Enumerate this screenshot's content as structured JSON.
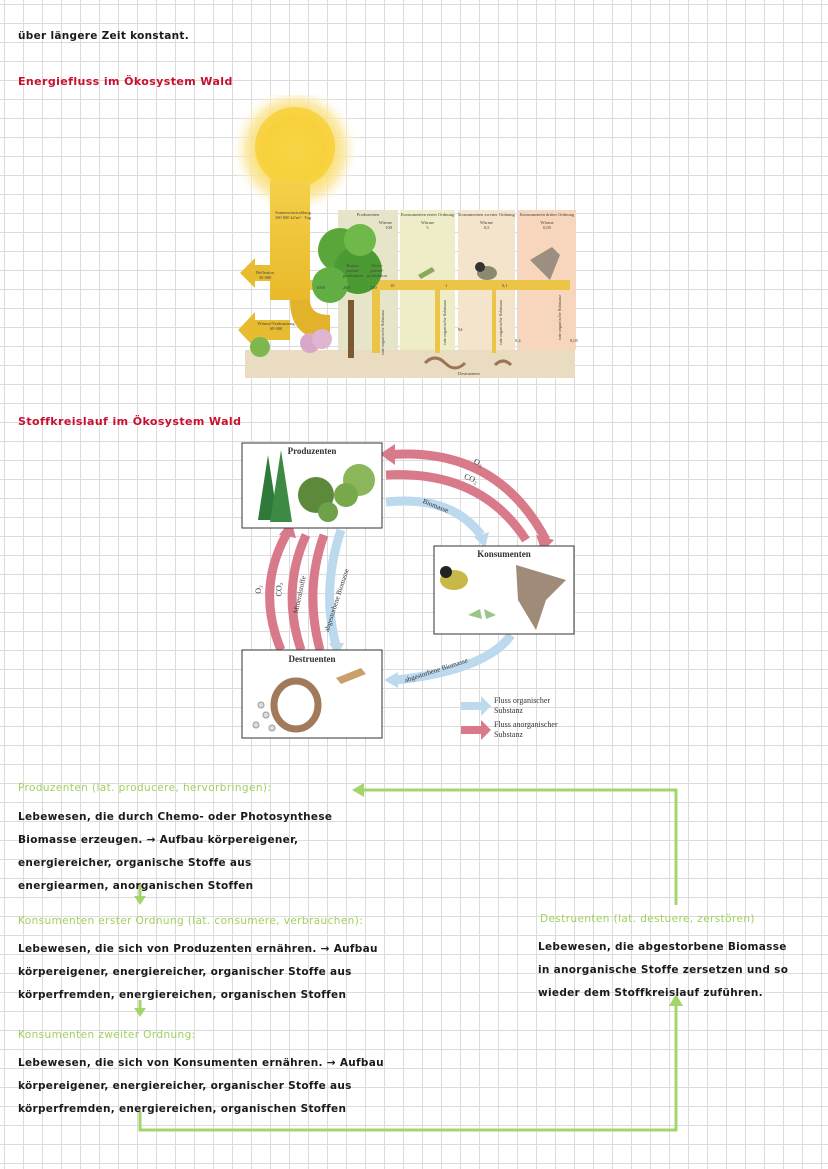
{
  "top_line": "über längere Zeit konstant.",
  "energy": {
    "heading": "Energiefluss im Ökosystem Wald",
    "sun_label_1": "Sonneneinstrahlung",
    "sun_label_2": "100 000 kJ/m² · Tag",
    "reflexion": "Reflexion",
    "reflexion_val": "30 000",
    "waerme_verdunstung": "Wärme/Verdunstung",
    "waerme_verdunstung_val": "69 000",
    "val_1000": "1000",
    "val_200": "200",
    "val_100": "100",
    "brutto": "Brutto-primär-produktion",
    "netto": "Netto-primär-produktion",
    "columns": [
      {
        "title": "Produzenten",
        "waerme": "Wärme",
        "val": "100"
      },
      {
        "title": "Konsumenten erster Ordnung",
        "waerme": "Wärme",
        "val": "5"
      },
      {
        "title": "Konsumenten zweiter Ordnung",
        "waerme": "Wärme",
        "val": "0,5"
      },
      {
        "title": "Konsumenten dritter Ordnung",
        "waerme": "Wärme",
        "val": "0,05"
      }
    ],
    "between_vals": [
      "10",
      "1",
      "0,1"
    ],
    "tote_organische": "tote organische Substanz",
    "bottom_vals": [
      "94",
      "0,4",
      "0,05"
    ],
    "destruenten": "Destruenten"
  },
  "cycle": {
    "heading": "Stoffkreislauf im Ökosystem Wald",
    "produzenten": "Produzenten",
    "konsumenten": "Konsumenten",
    "destruenten": "Destruenten",
    "o2": "O₂",
    "co2": "CO₂",
    "biomasse": "Biomasse",
    "mineralstoffe": "Mineralstoffe",
    "abgestorbene_biomasse": "abgestorbene Biomasse",
    "legend_organic_1": "Fluss organischer",
    "legend_organic_2": "Substanz",
    "legend_inorganic_1": "Fluss anorganischer",
    "legend_inorganic_2": "Substanz",
    "color_organic": "#bcd9ee",
    "color_inorganic": "#d97a8a"
  },
  "notes": {
    "produzenten_head": "Produzenten (lat. producere, hervorbringen):",
    "produzenten_lines": [
      "Lebewesen, die durch Chemo- oder Photosynthese",
      "Biomasse erzeugen. → Aufbau körpereigener,",
      "energiereicher, organische Stoffe aus",
      "energiearmen, anorganischen Stoffen"
    ],
    "k1_head": "Konsumenten erster Ordnung (lat. consumere, verbrauchen):",
    "k1_lines": [
      "Lebewesen, die sich von Produzenten ernähren. → Aufbau",
      "körpereigener, energiereicher, organischer Stoffe aus",
      "körperfremden, energiereichen, organischen Stoffen"
    ],
    "k2_head": "Konsumenten zweiter Ordnung:",
    "k2_lines": [
      "Lebewesen, die sich von Konsumenten ernähren. → Aufbau",
      "körpereigener, energiereicher, organischer Stoffe aus",
      "körperfremden, energiereichen, organischen Stoffen"
    ],
    "destruenten_head": "Destruenten (lat. destuere, zerstören)",
    "destruenten_lines": [
      "Lebewesen, die abgestorbene Biomasse",
      "in anorganische Stoffe zersetzen und so",
      "wieder dem Stoffkreislauf zuführen."
    ],
    "accent_green": "#a5d56a",
    "accent_red": "#c8102e"
  }
}
